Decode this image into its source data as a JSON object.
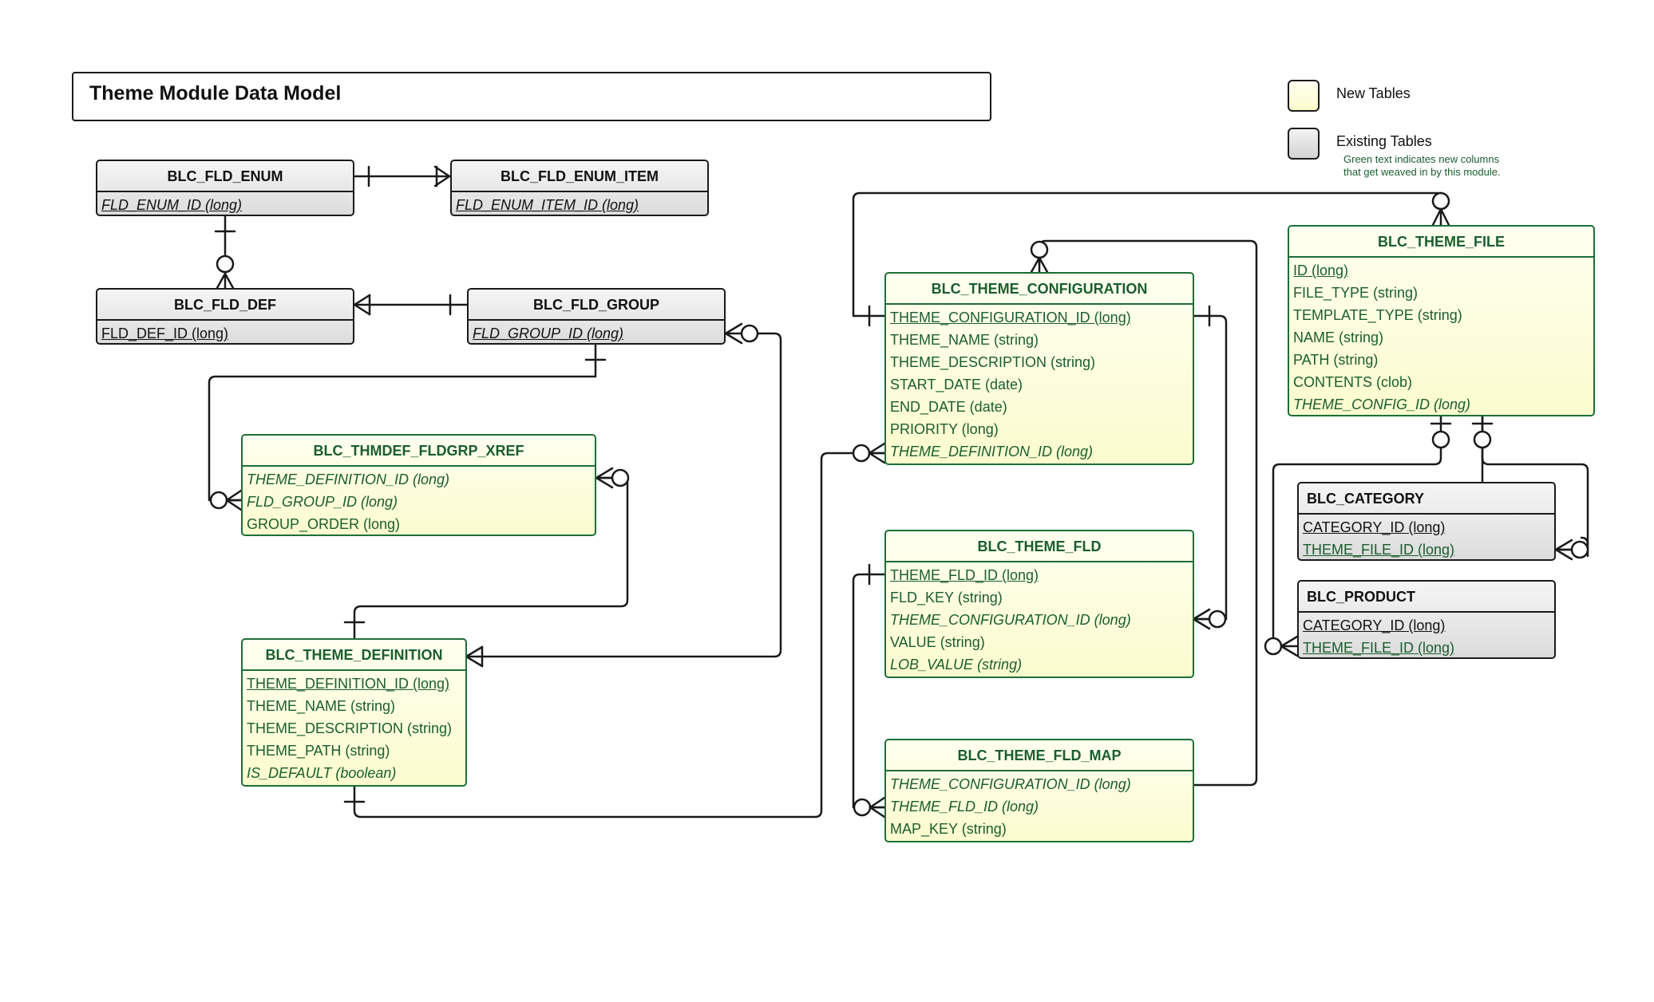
{
  "diagram": {
    "title": "Theme Module Data Model",
    "legend": {
      "new_label": "New Tables",
      "existing_label": "Existing Tables",
      "note_line1": "Green text indicates new columns",
      "note_line2": "that get weaved in by this module."
    },
    "colors": {
      "new_fill": "#fbfbce",
      "new_border": "#1e6e38",
      "existing_fill": "#dcdcdc",
      "green_text": "#1a5e2e",
      "line": "#1a1a1a"
    },
    "tables": {
      "fld_enum": {
        "name": "BLC_FLD_ENUM",
        "kind": "existing",
        "columns": [
          "FLD_ENUM_ID (long)"
        ]
      },
      "fld_enum_item": {
        "name": "BLC_FLD_ENUM_ITEM",
        "kind": "existing",
        "columns": [
          "FLD_ENUM_ITEM_ID (long)"
        ]
      },
      "fld_def": {
        "name": "BLC_FLD_DEF",
        "kind": "existing",
        "columns": [
          "FLD_DEF_ID (long)"
        ]
      },
      "fld_group": {
        "name": "BLC_FLD_GROUP",
        "kind": "existing",
        "columns": [
          "FLD_GROUP_ID (long)"
        ]
      },
      "thmdef_fldgrp_xref": {
        "name": "BLC_THMDEF_FLDGRP_XREF",
        "kind": "new",
        "columns": [
          "THEME_DEFINITION_ID (long)",
          "FLD_GROUP_ID (long)",
          "GROUP_ORDER (long)"
        ]
      },
      "theme_definition": {
        "name": "BLC_THEME_DEFINITION",
        "kind": "new",
        "columns": [
          "THEME_DEFINITION_ID (long)",
          "THEME_NAME (string)",
          "THEME_DESCRIPTION (string)",
          "THEME_PATH (string)",
          "IS_DEFAULT (boolean)"
        ]
      },
      "theme_configuration": {
        "name": "BLC_THEME_CONFIGURATION",
        "kind": "new",
        "columns": [
          "THEME_CONFIGURATION_ID (long)",
          "THEME_NAME (string)",
          "THEME_DESCRIPTION (string)",
          "START_DATE (date)",
          "END_DATE (date)",
          "PRIORITY (long)",
          "THEME_DEFINITION_ID (long)"
        ]
      },
      "theme_fld": {
        "name": "BLC_THEME_FLD",
        "kind": "new",
        "columns": [
          "THEME_FLD_ID (long)",
          "FLD_KEY (string)",
          "THEME_CONFIGURATION_ID (long)",
          "VALUE (string)",
          "LOB_VALUE (string)"
        ]
      },
      "theme_fld_map": {
        "name": "BLC_THEME_FLD_MAP",
        "kind": "new",
        "columns": [
          "THEME_CONFIGURATION_ID (long)",
          "THEME_FLD_ID (long)",
          "MAP_KEY (string)"
        ]
      },
      "theme_file": {
        "name": "BLC_THEME_FILE",
        "kind": "new",
        "columns": [
          "ID (long)",
          "FILE_TYPE (string)",
          "TEMPLATE_TYPE (string)",
          "NAME (string)",
          "PATH (string)",
          "CONTENTS (clob)",
          "THEME_CONFIG_ID (long)"
        ]
      },
      "category": {
        "name": "BLC_CATEGORY",
        "kind": "existing",
        "columns": [
          "CATEGORY_ID (long)",
          "THEME_FILE_ID (long)"
        ]
      },
      "product": {
        "name": "BLC_PRODUCT",
        "kind": "existing",
        "columns": [
          "CATEGORY_ID (long)",
          "THEME_FILE_ID (long)"
        ]
      }
    }
  }
}
